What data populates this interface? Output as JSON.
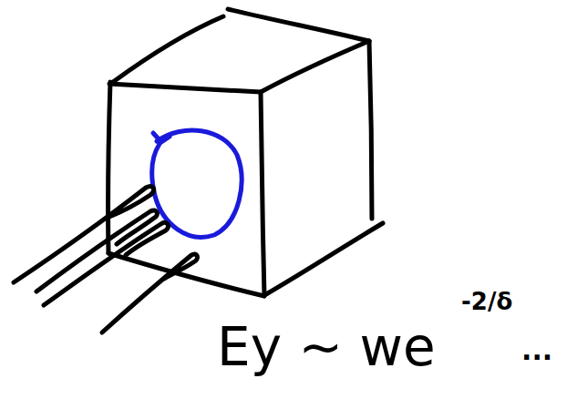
{
  "diagram": {
    "labels": [
      "Ey ~ we",
      "-2/δ",
      "..."
    ]
  }
}
